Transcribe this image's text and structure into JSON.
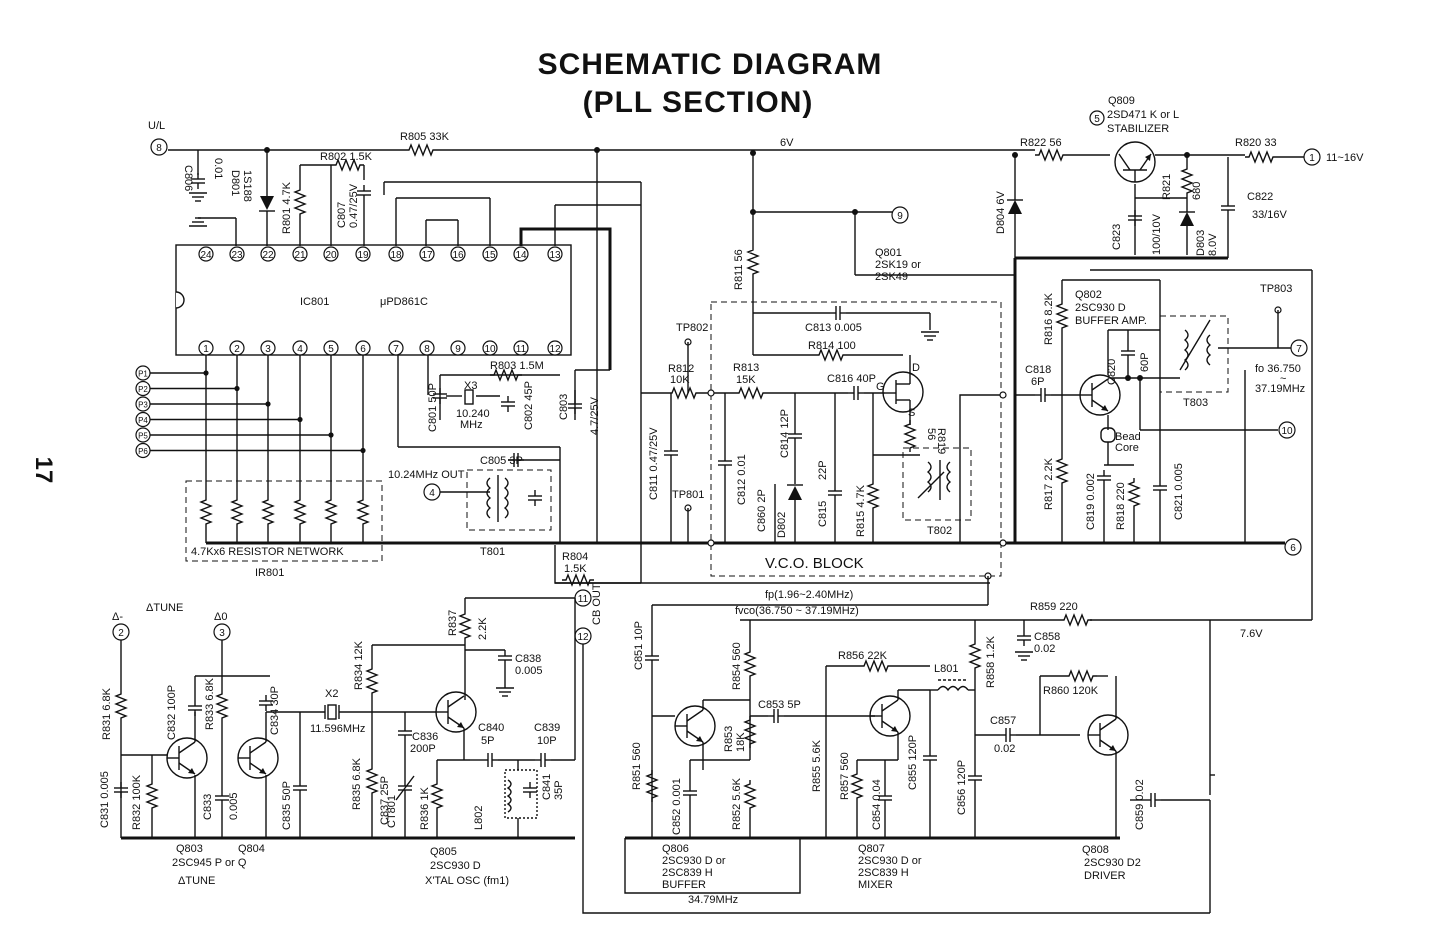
{
  "title": {
    "line1": "SCHEMATIC DIAGRAM",
    "line2": "(PLL SECTION)"
  },
  "page_number": "17",
  "voltage_6v": "6V",
  "voltage_7_6v": "7.6V",
  "vco_block": "V.C.O. BLOCK",
  "ic": {
    "name": "IC801",
    "part": "μPD861C",
    "top_pins": [
      "24",
      "23",
      "22",
      "21",
      "20",
      "19",
      "18",
      "17",
      "16",
      "15",
      "14",
      "13"
    ],
    "bottom_pins": [
      "1",
      "2",
      "3",
      "4",
      "5",
      "6",
      "7",
      "8",
      "9",
      "10",
      "11",
      "12"
    ]
  },
  "program_pins": [
    "P1",
    "P2",
    "P3",
    "P4",
    "P5",
    "P6"
  ],
  "resistor_network": {
    "label": "4.7Kx6 RESISTOR NETWORK",
    "ref": "IR801"
  },
  "connectors": {
    "c8": "8",
    "c9": "9",
    "c4": "4",
    "c1": "1",
    "c7": "7",
    "c10": "10",
    "c6": "6",
    "c11": "11",
    "c12": "12",
    "c2": "2",
    "c3": "3"
  },
  "signals": {
    "ul": "U/L",
    "in_11_16v": "11~16V",
    "out_1024": "10.24MHz OUT",
    "cb_out": "CB OUT",
    "delta_minus": "Δ-",
    "delta_0": "Δ0",
    "delta_tune": "ΔTUNE",
    "fo1": "fo 36.750",
    "fo2": "37.19MHz",
    "fp": "fp(1.96~2.40MHz)",
    "fvco": "fvco(36.750 ~ 37.19MHz)",
    "f3479": "34.79MHz",
    "bead1": "Bead",
    "bead2": "Core"
  },
  "test_points": {
    "tp801": "TP801",
    "tp802": "TP802",
    "tp803": "TP803"
  },
  "transformers": {
    "t801": "T801",
    "t802": "T802",
    "t803": "T803"
  },
  "crystals": {
    "x3": "X3",
    "x3f1": "10.240",
    "x3f2": "MHz",
    "x2": "X2",
    "x2f": "11.596MHz"
  },
  "inductors": {
    "l801": "L801",
    "l802": "L802"
  },
  "transistors": {
    "q809": [
      "Q809",
      "2SD471 K or L",
      "STABILIZER"
    ],
    "q801": [
      "Q801",
      "2SK19 or",
      "2SK49"
    ],
    "q802": [
      "Q802",
      "2SC930 D",
      "BUFFER AMP."
    ],
    "q803": [
      "Q803",
      "2SC945 P or Q",
      "ΔTUNE"
    ],
    "q804": [
      "Q804"
    ],
    "q805": [
      "Q805",
      "2SC930 D",
      "X'TAL OSC (fm1)"
    ],
    "q806": [
      "Q806",
      "2SC930 D or",
      "2SC839 H",
      "BUFFER"
    ],
    "q807": [
      "Q807",
      "2SC930 D or",
      "2SC839 H",
      "MIXER"
    ],
    "q808": [
      "Q808",
      "2SC930 D2",
      "DRIVER"
    ]
  },
  "fet_pins": {
    "d": "D",
    "g": "G",
    "s": "S"
  },
  "parts": {
    "r805": "R805 33K",
    "r802": "R802 1.5K",
    "r801": "R801 4.7K",
    "c806a": "C806",
    "c806b": "0.01",
    "d801a": "D801",
    "d801b": "1S188",
    "c807a": "C807",
    "c807b": "0.47/25V",
    "r822": "R822 56",
    "r820": "R820 33",
    "r821a": "R821",
    "r821b": "680",
    "c822a": "C822",
    "c822b": "33/16V",
    "c823a": "C823",
    "c823b": "100/10V",
    "d803a": "D803",
    "d803b": "8.0V",
    "d804": "D804 6V",
    "r811": "R811 56",
    "r803": "R803 1.5M",
    "c801": "C801 50P",
    "c802": "C802 45P",
    "c803a": "C803",
    "c803b": "4.7/25V",
    "c805": "C805 3P",
    "r812a": "R812",
    "r812b": "10K",
    "r813a": "R813",
    "r813b": "15K",
    "c813": "C813 0.005",
    "r814": "R814 100",
    "c816": "C816 40P",
    "c811": "C811 0.47/25V",
    "c812": "C812 0.01",
    "c814": "C814 12P",
    "c860": "C860 2P",
    "d802": "D802",
    "c815a": "C815",
    "c815b": "22P",
    "r815": "R815 4.7K",
    "r819a": "R819",
    "r819b": "56",
    "r816": "R816 8.2K",
    "c820a": "C820",
    "c820b": "60P",
    "c818a": "C818",
    "c818b": "6P",
    "r817": "R817 2.2K",
    "c819": "C819 0.002",
    "r818": "R818 220",
    "c821": "C821 0.005",
    "r804a": "R804",
    "r804b": "1.5K",
    "r859": "R859 220",
    "c858a": "C858",
    "c858b": "0.02",
    "r858": "R858 1.2K",
    "r860": "R860 120K",
    "c857a": "C857",
    "c857b": "0.02",
    "c856": "C856 120P",
    "c859": "C859 0.02",
    "r854": "R854 560",
    "c851": "C851 10P",
    "r856": "R856 22K",
    "c853": "C853 5P",
    "r853a": "R853",
    "r853b": "18K",
    "r852": "R852 5.6K",
    "c852": "C852 0.001",
    "r851": "R851 560",
    "r855": "R855 5.6K",
    "r857": "R857 560",
    "c854": "C854 0.04",
    "c855": "C855 120P",
    "r837a": "R837",
    "r837b": "2.2K",
    "c838a": "C838",
    "c838b": "0.005",
    "r834": "R834 12K",
    "c836a": "C836",
    "c836b": "200P",
    "c840a": "C840",
    "c840b": "5P",
    "c839a": "C839",
    "c839b": "10P",
    "c841a": "C841",
    "c841b": "35P",
    "r835": "R835 6.8K",
    "c837": "C837 25P",
    "ct801": "CT801",
    "r836": "R836 1K",
    "r831": "R831 6.8K",
    "c831": "C831 0.005",
    "r832": "R832 100K",
    "c832": "C832 100P",
    "r833": "R833 6.8K",
    "c833a": "C833",
    "c833b": "0.005",
    "c834": "C834 30P",
    "c835": "C835 50P"
  }
}
